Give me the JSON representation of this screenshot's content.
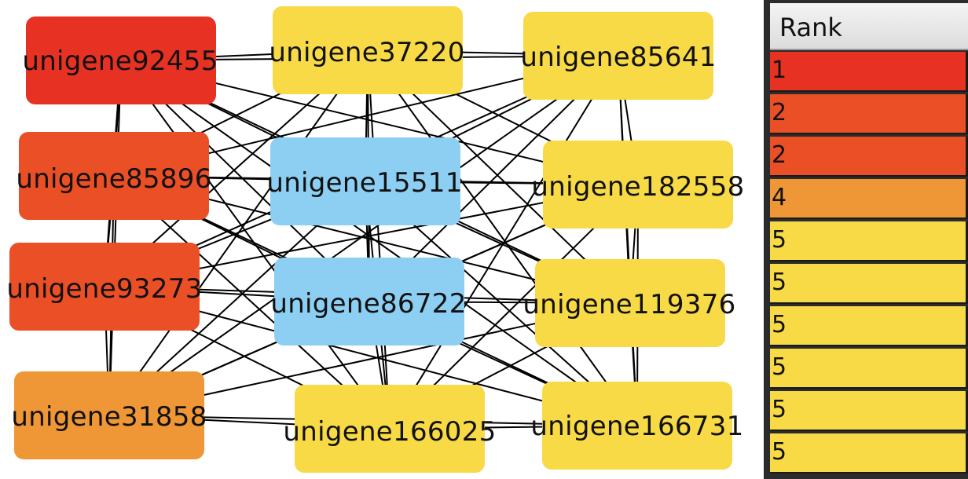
{
  "network": {
    "nodes": [
      {
        "id": "n92455",
        "label": "unigene92455",
        "color": "#e73223"
      },
      {
        "id": "n37220",
        "label": "unigene37220",
        "color": "#f7da46"
      },
      {
        "id": "n85641",
        "label": "unigene85641",
        "color": "#f7da46"
      },
      {
        "id": "n85896",
        "label": "unigene85896",
        "color": "#ea4f26"
      },
      {
        "id": "n15511",
        "label": "unigene15511",
        "color": "#8dcff3"
      },
      {
        "id": "n182558",
        "label": "unigene182558",
        "color": "#f7da46"
      },
      {
        "id": "n93273",
        "label": "unigene93273",
        "color": "#ea4f26"
      },
      {
        "id": "n86722",
        "label": "unigene86722",
        "color": "#8dcff3"
      },
      {
        "id": "n119376",
        "label": "unigene119376",
        "color": "#f7da46"
      },
      {
        "id": "n31858",
        "label": "unigene31858",
        "color": "#ef9736"
      },
      {
        "id": "n166025",
        "label": "unigene166025",
        "color": "#f7da46"
      },
      {
        "id": "n166731",
        "label": "unigene166731",
        "color": "#f7da46"
      }
    ]
  },
  "rank_table": {
    "header": "Rank",
    "rows": [
      {
        "value": "1",
        "color": "#e73223"
      },
      {
        "value": "2",
        "color": "#ea4f26"
      },
      {
        "value": "2",
        "color": "#ea4f26"
      },
      {
        "value": "4",
        "color": "#ef9736"
      },
      {
        "value": "5",
        "color": "#f7da46"
      },
      {
        "value": "5",
        "color": "#f7da46"
      },
      {
        "value": "5",
        "color": "#f7da46"
      },
      {
        "value": "5",
        "color": "#f7da46"
      },
      {
        "value": "5",
        "color": "#f7da46"
      },
      {
        "value": "5",
        "color": "#f7da46"
      }
    ]
  }
}
